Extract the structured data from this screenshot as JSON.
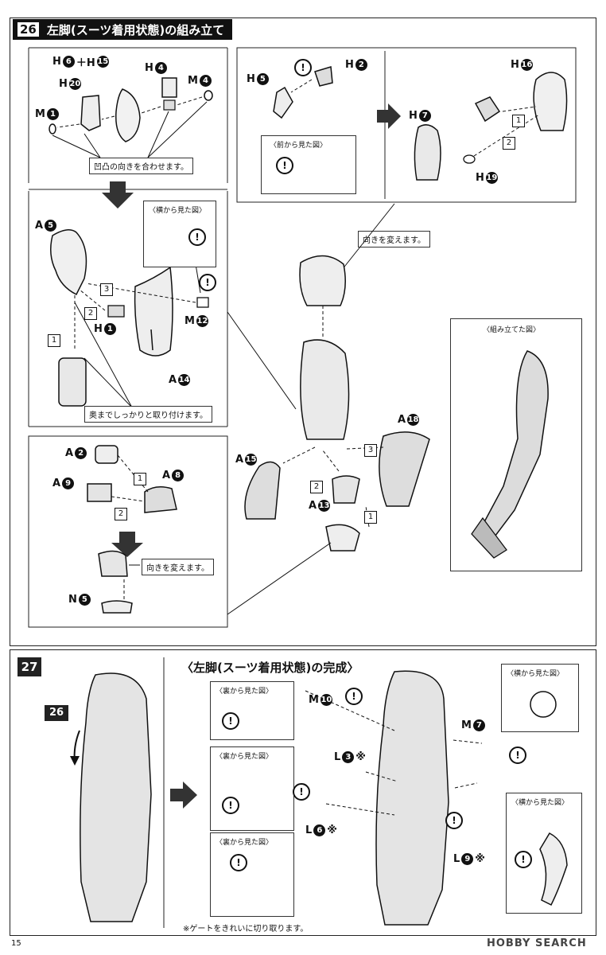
{
  "step26": {
    "number": "26",
    "title": "左脚(スーツ着用状態)の組み立て"
  },
  "step27": {
    "number": "27",
    "title": "〈左脚(スーツ着用状態)の完成〉",
    "ref_badge": "26"
  },
  "notes": {
    "align_bumps": "凹凸の向きを合わせます。",
    "change_direction_1": "向きを変えます。",
    "change_direction_2": "向きを変えます。",
    "attach_firmly": "奥までしっかりと取り付けます。",
    "gate_note": "※ゲートをきれいに切り取ります。"
  },
  "captions": {
    "side_view_1": "〈横から見た図〉",
    "front_view": "〈前から見た図〉",
    "assembled_view": "〈組み立てた図〉",
    "back_view_1": "〈裏から見た図〉",
    "back_view_2": "〈裏から見た図〉",
    "back_view_3": "〈裏から見た図〉",
    "side_view_2": "〈横から見た図〉",
    "side_view_3": "〈横から見た図〉"
  },
  "parts": {
    "h6h15": {
      "a": "H",
      "n1": "6",
      "plus": "＋H",
      "n2": "15"
    },
    "h20": {
      "a": "H",
      "n": "20"
    },
    "h4": {
      "a": "H",
      "n": "4"
    },
    "m4": {
      "a": "M",
      "n": "4"
    },
    "m1": {
      "a": "M",
      "n": "1"
    },
    "h5": {
      "a": "H",
      "n": "5"
    },
    "h2": {
      "a": "H",
      "n": "2"
    },
    "h16": {
      "a": "H",
      "n": "16"
    },
    "h7": {
      "a": "H",
      "n": "7"
    },
    "h19": {
      "a": "H",
      "n": "19"
    },
    "a5": {
      "a": "A",
      "n": "5"
    },
    "h1": {
      "a": "H",
      "n": "1"
    },
    "m12": {
      "a": "M",
      "n": "12"
    },
    "a14": {
      "a": "A",
      "n": "14"
    },
    "a2": {
      "a": "A",
      "n": "2"
    },
    "a8": {
      "a": "A",
      "n": "8"
    },
    "a9": {
      "a": "A",
      "n": "9"
    },
    "n5": {
      "a": "N",
      "n": "5"
    },
    "a18": {
      "a": "A",
      "n": "18"
    },
    "a15": {
      "a": "A",
      "n": "15"
    },
    "a13": {
      "a": "A",
      "n": "13"
    },
    "m10": {
      "a": "M",
      "n": "10"
    },
    "m7": {
      "a": "M",
      "n": "7"
    },
    "l3": {
      "a": "L",
      "n": "3",
      "mark": "※"
    },
    "l6": {
      "a": "L",
      "n": "6",
      "mark": "※"
    },
    "l9": {
      "a": "L",
      "n": "9",
      "mark": "※"
    }
  },
  "order": [
    "1",
    "2",
    "3"
  ],
  "watermark": "HOBBY SEARCH",
  "page_number": "15"
}
